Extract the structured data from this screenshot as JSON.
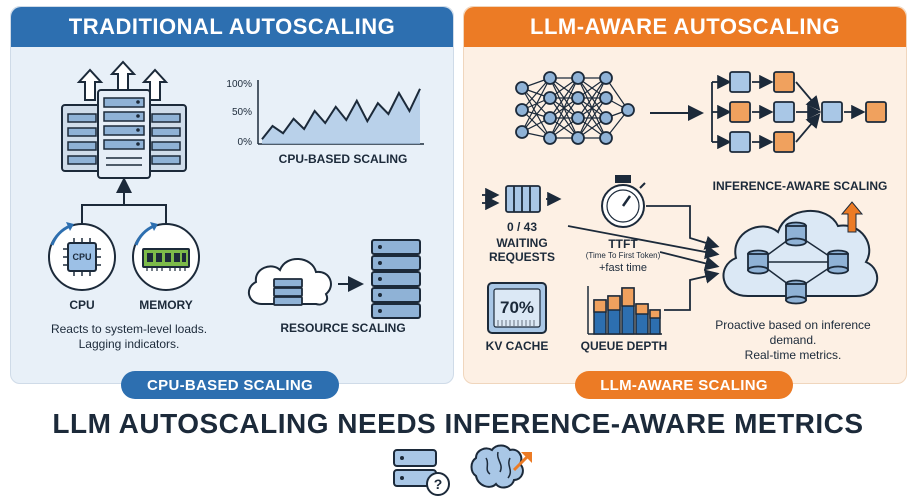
{
  "left": {
    "header": "TRADITIONAL AUTOSCALING",
    "chart_label": "CPU-BASED SCALING",
    "chart_ticks": [
      "100%",
      "50%",
      "0%"
    ],
    "cpu_chip_text": "CPU",
    "cpu_label": "CPU",
    "memory_label": "MEMORY",
    "description_line1": "Reacts to system-level loads.",
    "description_line2": "Lagging indicators.",
    "resource_label": "RESOURCE SCALING",
    "pill": "CPU-BASED SCALING"
  },
  "right": {
    "header": "LLM-AWARE AUTOSCALING",
    "waiting_count": "0 / 43",
    "waiting_label_1": "WAITING",
    "waiting_label_2": "REQUESTS",
    "ttft_label": "TTFT",
    "ttft_sub": "(Time To First Token)",
    "ttft_fast": "+fast time",
    "kv_value": "70%",
    "kv_label": "KV CACHE",
    "queue_label": "QUEUE DEPTH",
    "inference_label": "INFERENCE-AWARE SCALING",
    "description_line1": "Proactive based on inference",
    "description_line2": "demand.",
    "description_line3": "Real-time metrics.",
    "pill": "LLM-AWARE SCALING"
  },
  "title": "LLM AUTOSCALING NEEDS INFERENCE-AWARE METRICS",
  "icons": [
    "server-question-icon",
    "brain-growth-icon"
  ],
  "colors": {
    "blue": "#2d6fb0",
    "orange": "#ec7b25",
    "navy": "#1c2a3a",
    "light_blue": "#a9c7e6"
  },
  "chart_data": {
    "type": "line",
    "values": [
      8,
      30,
      18,
      42,
      25,
      55,
      35,
      62,
      40,
      72,
      38,
      68,
      50,
      85,
      55,
      92
    ],
    "ylim": [
      0,
      100
    ],
    "ticks": [
      "100%",
      "50%",
      "0%"
    ]
  }
}
